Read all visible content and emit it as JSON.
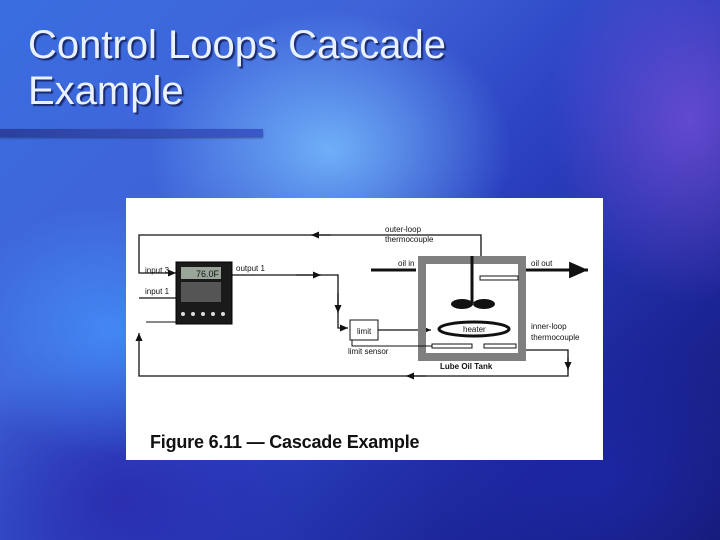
{
  "slide": {
    "title_line1": "Control Loops Cascade",
    "title_line2": "Example"
  },
  "figure": {
    "caption": "Figure 6.11 — Cascade Example",
    "labels": {
      "outer_loop_1": "outer-loop",
      "outer_loop_2": "thermocouple",
      "input3": "input 3",
      "input1": "input 1",
      "output1": "output 1",
      "oil_in": "oil in",
      "oil_out": "oil out",
      "limit": "limit",
      "limit_sensor": "limit sensor",
      "heater": "heater",
      "inner_loop_1": "inner-loop",
      "inner_loop_2": "thermocouple",
      "tank": "Lube Oil Tank",
      "display": "76.0F"
    }
  },
  "colors": {
    "background_light": "#78beff",
    "background_dark": "#13186e",
    "title_text": "#e9f1ff",
    "tank_wall": "#7f7f7f"
  }
}
